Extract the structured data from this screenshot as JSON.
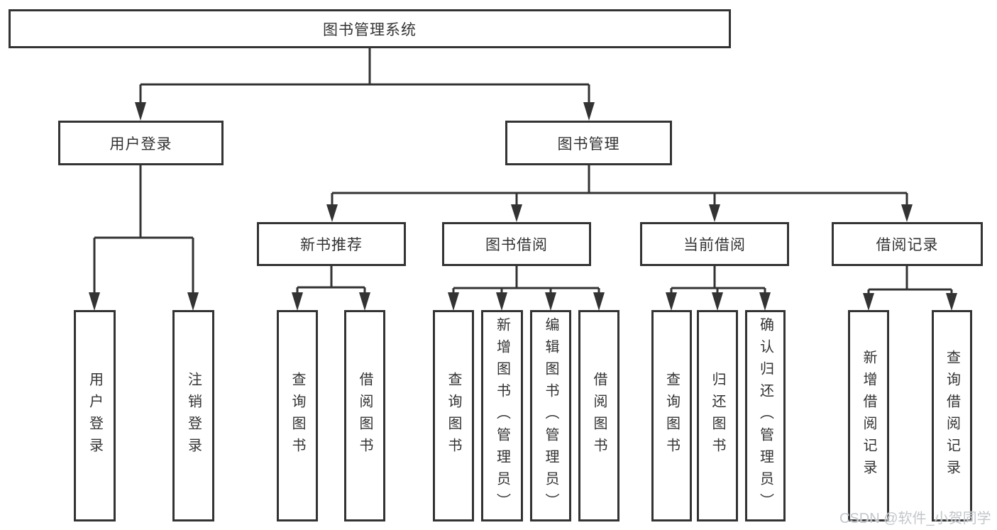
{
  "diagram": {
    "watermark": "CSDN @软件_小贺同学",
    "colors": {
      "line": "#333333",
      "box_border": "#333333",
      "text": "#333333",
      "background": "#ffffff",
      "watermark": "#c3c7cb"
    },
    "tree": {
      "label": "图书管理系统",
      "children": [
        {
          "label": "用户登录",
          "children": [
            {
              "label": "用户登录"
            },
            {
              "label": "注销登录"
            }
          ]
        },
        {
          "label": "图书管理",
          "children": [
            {
              "label": "新书推荐",
              "children": [
                {
                  "label": "查询图书"
                },
                {
                  "label": "借阅图书"
                }
              ]
            },
            {
              "label": "图书借阅",
              "children": [
                {
                  "label": "查询图书"
                },
                {
                  "label": "新增图书（管理员）"
                },
                {
                  "label": "编辑图书（管理员）"
                },
                {
                  "label": "借阅图书"
                }
              ]
            },
            {
              "label": "当前借阅",
              "children": [
                {
                  "label": "查询图书"
                },
                {
                  "label": "归还图书"
                },
                {
                  "label": "确认归还（管理员）"
                }
              ]
            },
            {
              "label": "借阅记录",
              "children": [
                {
                  "label": "新增借阅记录"
                },
                {
                  "label": "查询借阅记录"
                }
              ]
            }
          ]
        }
      ]
    }
  }
}
